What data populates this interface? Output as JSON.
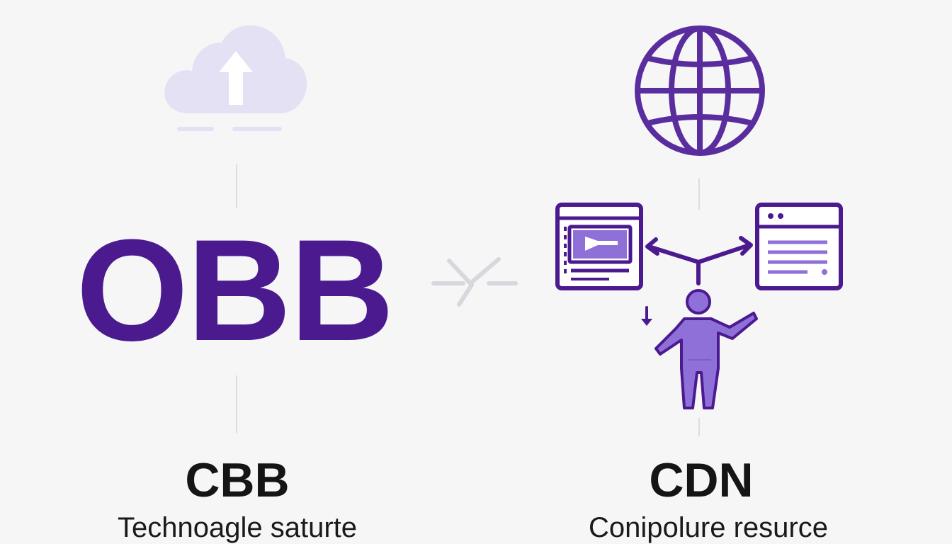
{
  "left_panel": {
    "logo_text": "OBB",
    "label": "CBB",
    "caption": "Technoagle saturte",
    "icon": "cloud-upload-icon"
  },
  "right_panel": {
    "label": "CDN",
    "caption": "Conipolure resurce",
    "icons": [
      "globe-icon",
      "browser-window-icon",
      "browser-window-icon",
      "person-icon",
      "down-arrow-icon"
    ]
  },
  "center_divider": {
    "icon": "versus-icon"
  },
  "colors": {
    "brand_purple": "#4b1a8f",
    "icon_purple": "#5a2d9e",
    "fill_purple": "#8f6fd8",
    "light_lavender": "#e3e1f3",
    "background": "#f6f6f7",
    "text_dark": "#151515"
  }
}
